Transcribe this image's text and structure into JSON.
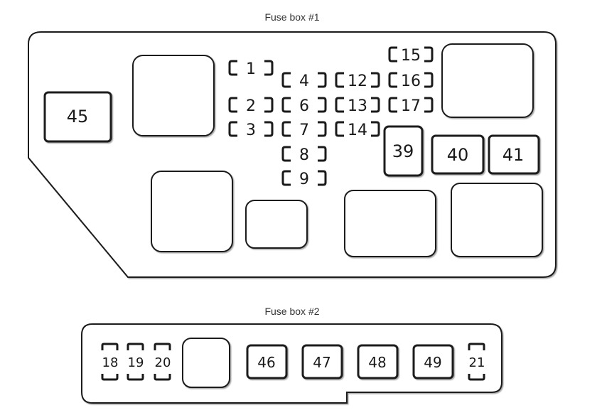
{
  "box1": {
    "title": "Fuse box #1",
    "fuses": {
      "f1": "1",
      "f2": "2",
      "f3": "3",
      "f4": "4",
      "f6": "6",
      "f7": "7",
      "f8": "8",
      "f9": "9",
      "f12": "12",
      "f13": "13",
      "f14": "14",
      "f15": "15",
      "f16": "16",
      "f17": "17"
    },
    "relays": {
      "r45": "45",
      "r39": "39",
      "r40": "40",
      "r41": "41"
    }
  },
  "box2": {
    "title": "Fuse box #2",
    "fuses": {
      "f18": "18",
      "f19": "19",
      "f20": "20",
      "f21": "21"
    },
    "relays": {
      "r46": "46",
      "r47": "47",
      "r48": "48",
      "r49": "49"
    }
  },
  "colors": {
    "outline": "#1a1a1a",
    "background": "#ffffff"
  }
}
